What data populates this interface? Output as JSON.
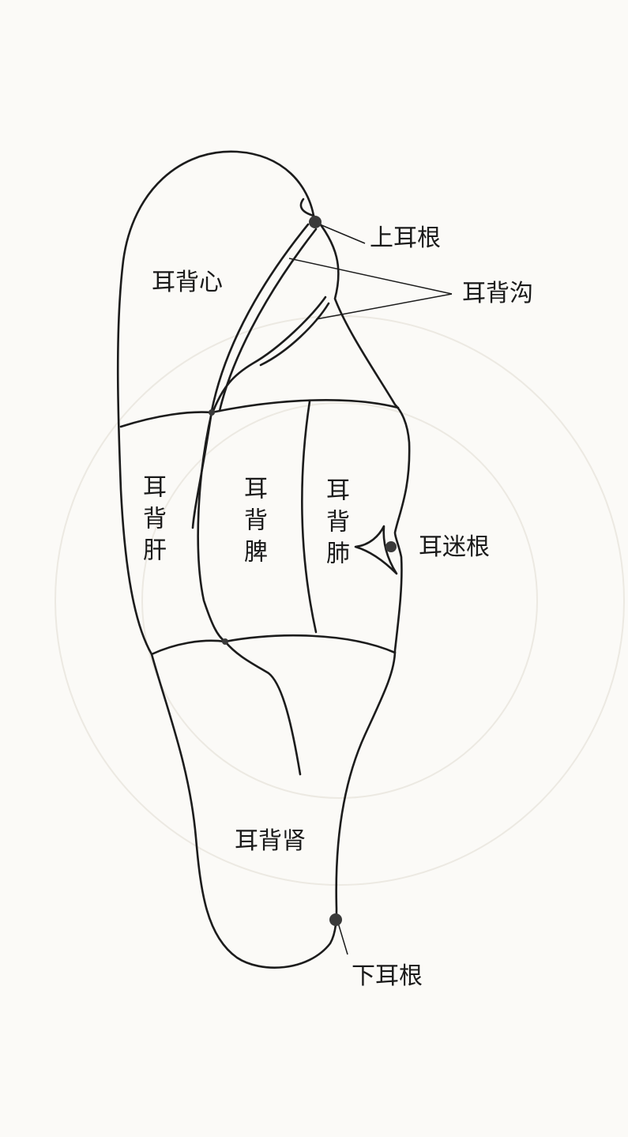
{
  "labels": {
    "upper_root": "上耳根",
    "heart": "耳背心",
    "groove": "耳背沟",
    "liver": "耳背肝",
    "spleen": "耳背脾",
    "lung": "耳背肺",
    "vagus_root": "耳迷根",
    "kidney": "耳背肾",
    "lower_root": "下耳根"
  },
  "colors": {
    "line": "#1c1c1c",
    "background": "#fbfaf7"
  }
}
